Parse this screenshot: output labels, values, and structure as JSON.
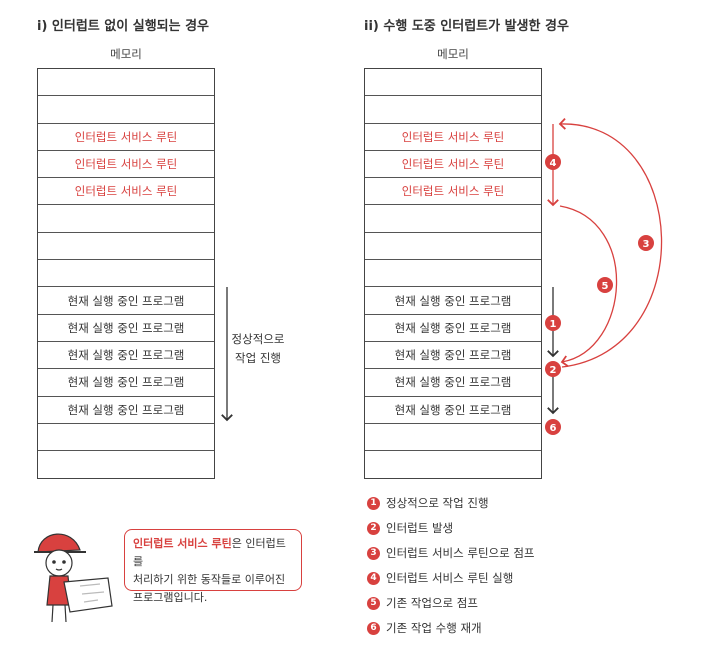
{
  "left": {
    "heading": "i) 인터럽트 없이 실행되는 경우",
    "memory_label": "메모리",
    "cells": [
      "",
      "",
      "인터럽트 서비스 루틴",
      "인터럽트 서비스 루틴",
      "인터럽트 서비스 루틴",
      "",
      "",
      "",
      "현재 실행 중인 프로그램",
      "현재 실행 중인 프로그램",
      "현재 실행 중인 프로그램",
      "현재 실행 중인 프로그램",
      "현재 실행 중인 프로그램",
      "",
      ""
    ],
    "note_line1": "정상적으로",
    "note_line2": "작업 진행"
  },
  "right": {
    "heading": "ii) 수행 도중 인터럽트가 발생한 경우",
    "memory_label": "메모리",
    "cells": [
      "",
      "",
      "인터럽트 서비스 루틴",
      "인터럽트 서비스 루틴",
      "인터럽트 서비스 루틴",
      "",
      "",
      "",
      "현재 실행 중인 프로그램",
      "현재 실행 중인 프로그램",
      "현재 실행 중인 프로그램",
      "현재 실행 중인 프로그램",
      "현재 실행 중인 프로그램",
      "",
      ""
    ],
    "step_markers": [
      "1",
      "2",
      "3",
      "4",
      "5",
      "6"
    ]
  },
  "legend": [
    {
      "num": "1",
      "text": "정상적으로 작업 진행"
    },
    {
      "num": "2",
      "text": "인터럽트 발생"
    },
    {
      "num": "3",
      "text": "인터럽트 서비스 루틴으로 점프"
    },
    {
      "num": "4",
      "text": "인터럽트 서비스 루틴 실행"
    },
    {
      "num": "5",
      "text": "기존 작업으로 점프"
    },
    {
      "num": "6",
      "text": "기존 작업 수행 재개"
    }
  ],
  "bubble": {
    "highlight": "인터럽트 서비스 루틴",
    "rest_line1": "은 인터럽트를",
    "line2": "처리하기 위한 동작들로 이루어진",
    "line3": "프로그램입니다."
  },
  "colors": {
    "accent": "#d8413f",
    "line": "#444444",
    "text": "#333333"
  },
  "icons": [
    "helmet-character-icon"
  ]
}
